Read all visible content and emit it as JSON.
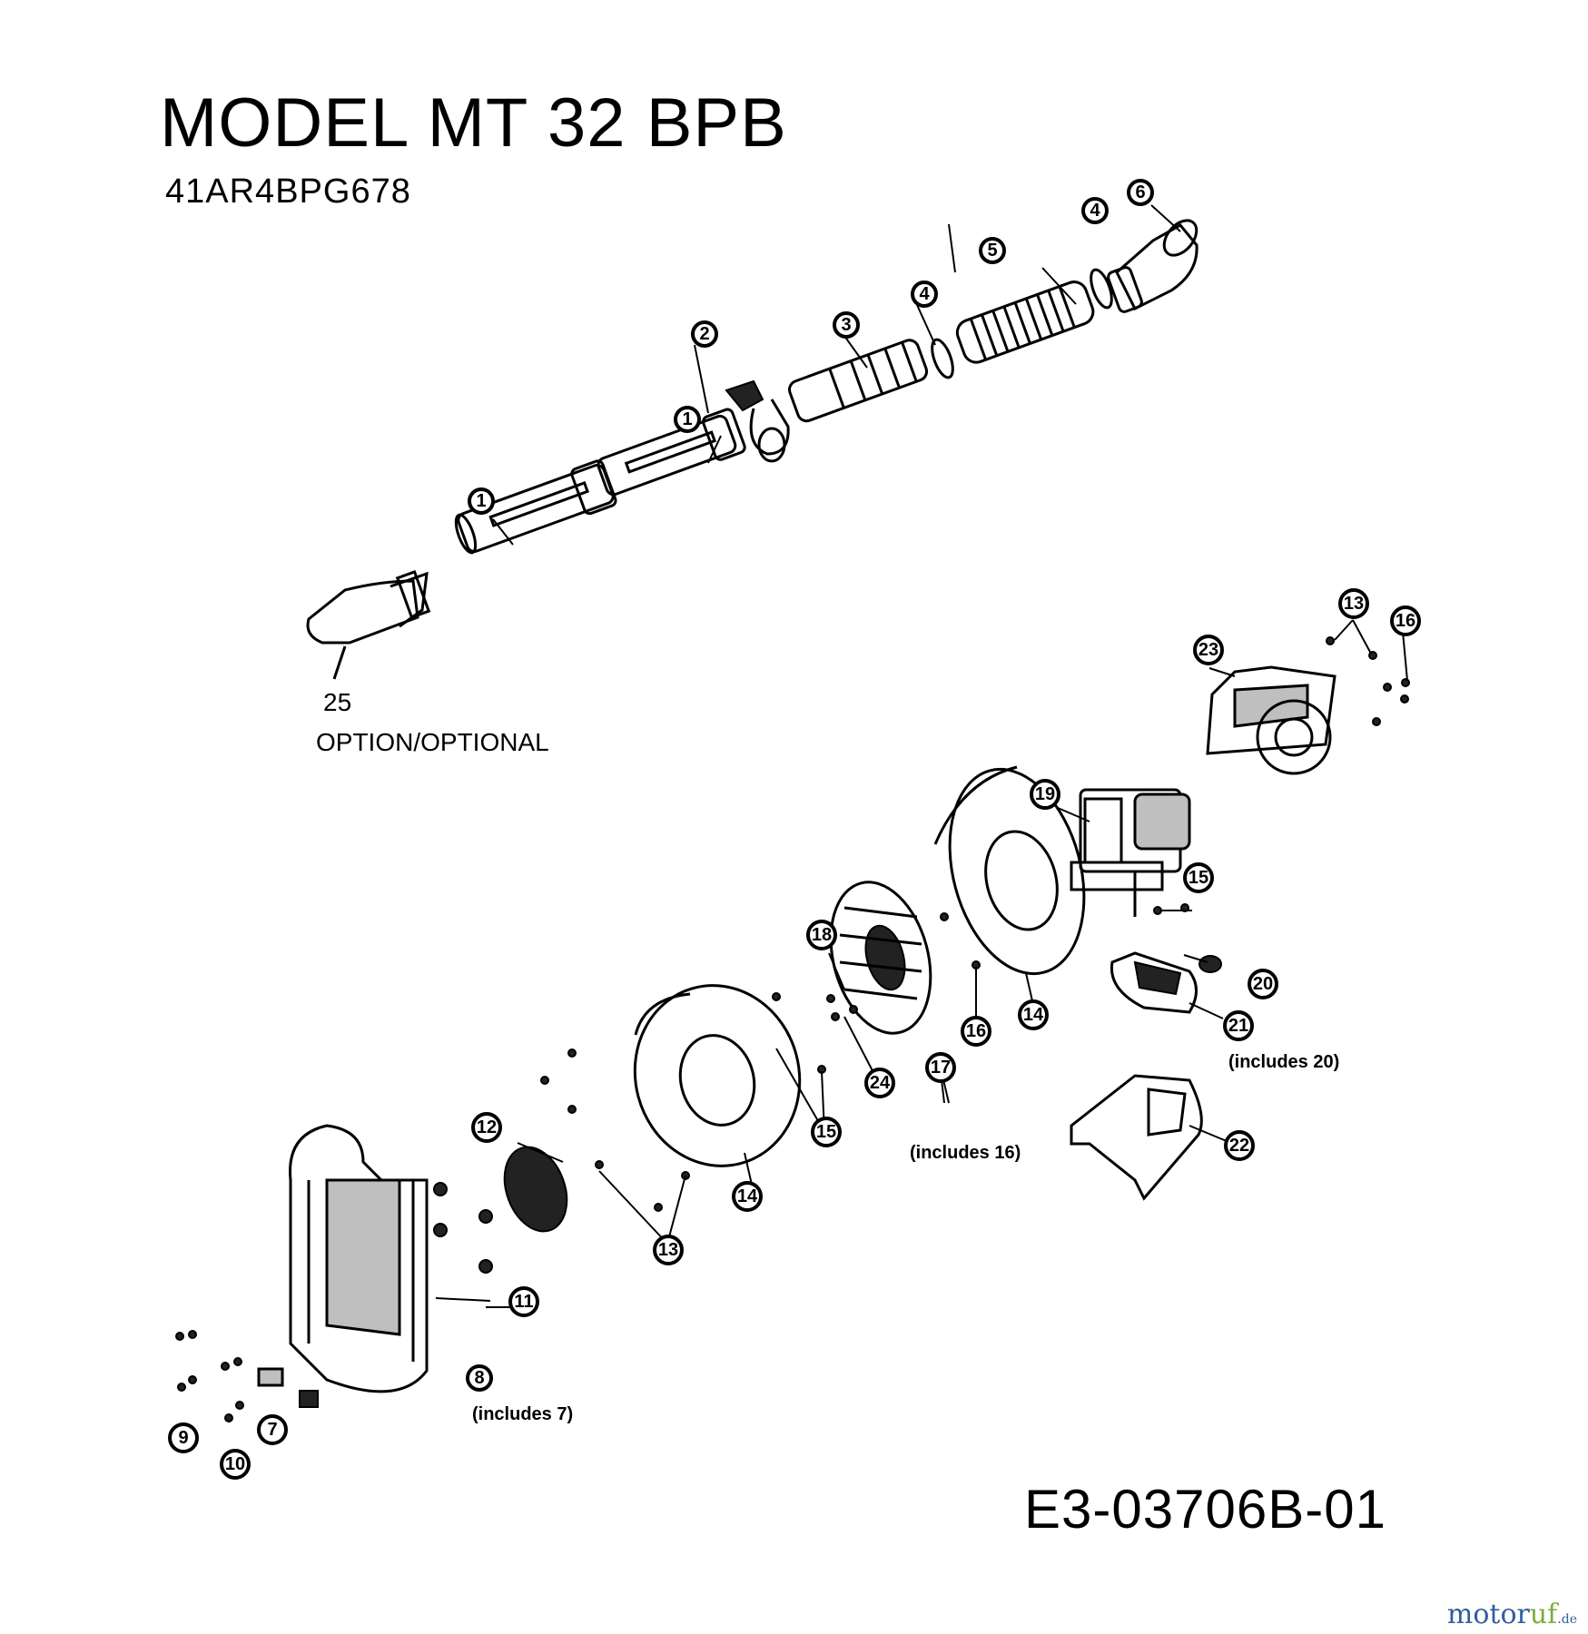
{
  "header": {
    "model_title": "MODEL  MT 32 BPB",
    "model_number": "41AR4BPG678"
  },
  "optional_part": {
    "number": "25",
    "label": "OPTION/OPTIONAL"
  },
  "diagram_code": "E3-03706B-01",
  "watermark": {
    "main": "motor",
    "accent": "uf",
    "suffix": ".de"
  },
  "callouts": {
    "c1a": "1",
    "c1b": "1",
    "c2": "2",
    "c3": "3",
    "c4a": "4",
    "c4b": "4",
    "c5": "5",
    "c6": "6",
    "c7": "7",
    "c8": "8",
    "c9": "9",
    "c10": "10",
    "c11": "11",
    "c12": "12",
    "c13a": "13",
    "c13b": "13",
    "c14a": "14",
    "c14b": "14",
    "c15a": "15",
    "c15b": "15",
    "c16a": "16",
    "c16b": "16",
    "c17": "17",
    "c18": "18",
    "c19": "19",
    "c20": "20",
    "c21": "21",
    "c22": "22",
    "c23": "23",
    "c24": "24"
  },
  "notes": {
    "includes_7": "(includes 7)",
    "includes_16": "(includes 16)",
    "includes_20": "(includes 20)"
  }
}
